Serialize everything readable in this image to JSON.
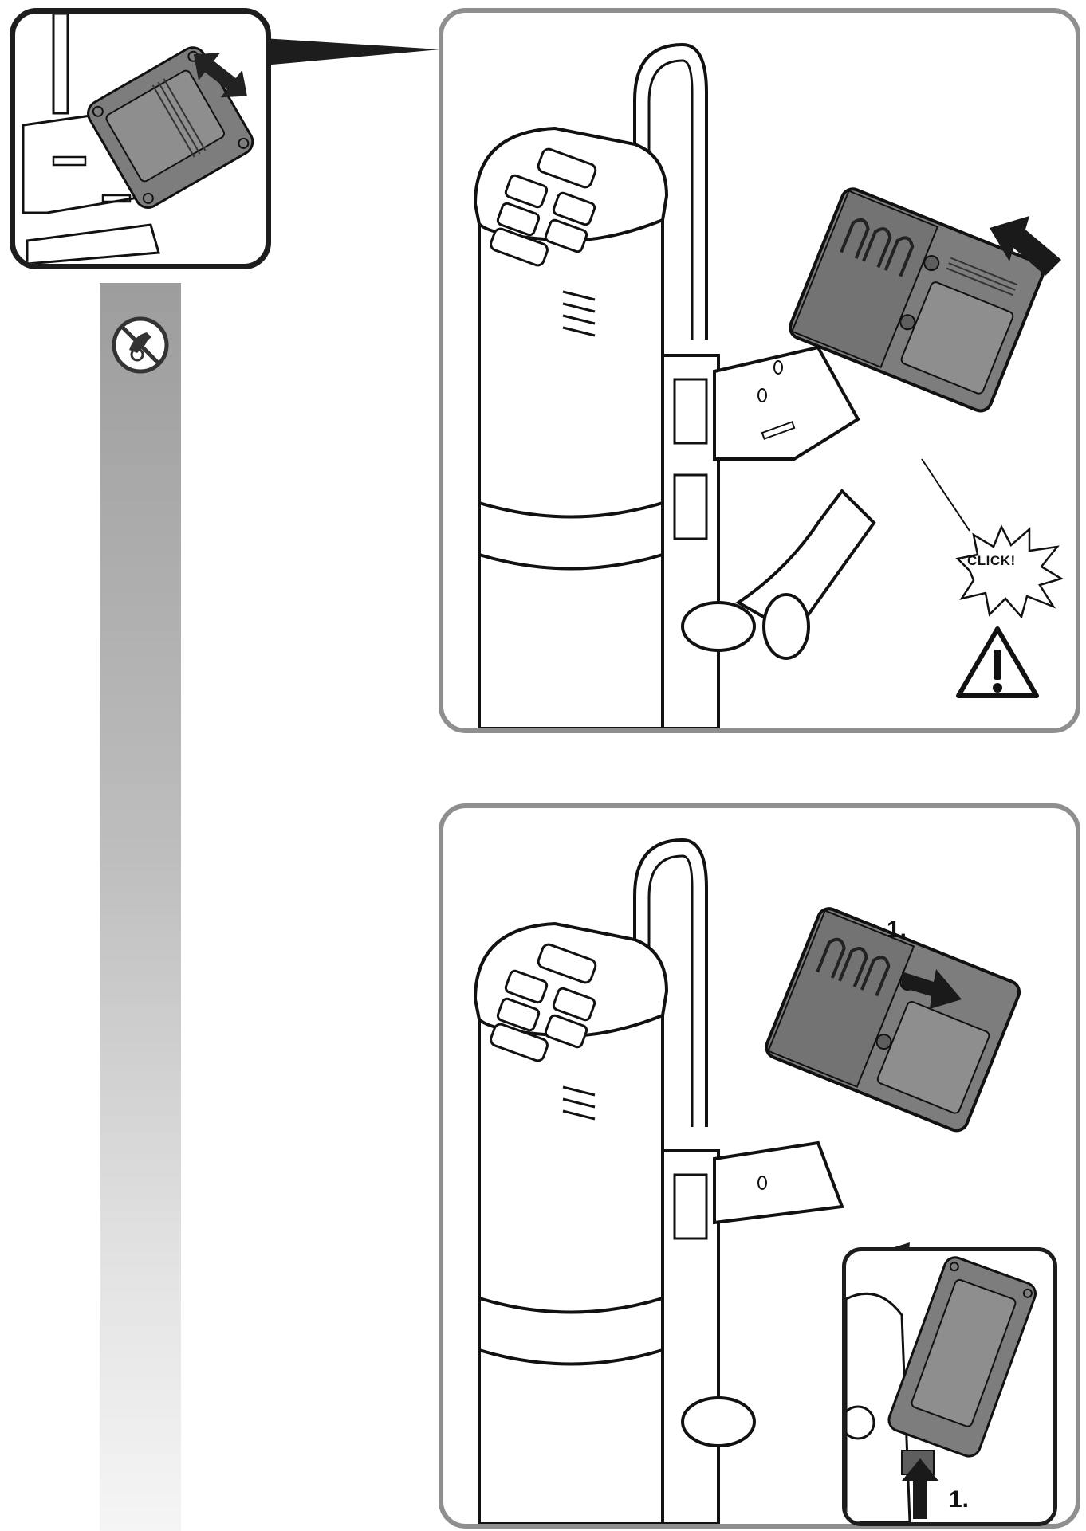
{
  "panels": {
    "top": {
      "callout_text": "CLICK!",
      "icons": [
        "warning-icon",
        "insert-arrow-icon",
        "slide-arrow-icon"
      ]
    },
    "bottom": {
      "step_label_upper": "1.",
      "step_label_lower": "1.",
      "icons": [
        "remove-arrow-icon",
        "release-button-arrow-icon"
      ]
    }
  },
  "side_bar": {
    "icon": "no-touch-contacts-icon"
  },
  "colors": {
    "frame_dark": "#1d1d1d",
    "frame_grey": "#8f8f8f",
    "battery_grey": "#7d7d7d",
    "bar_gradient_top": "#9d9d9d",
    "bar_gradient_bottom": "#f5f5f5"
  }
}
